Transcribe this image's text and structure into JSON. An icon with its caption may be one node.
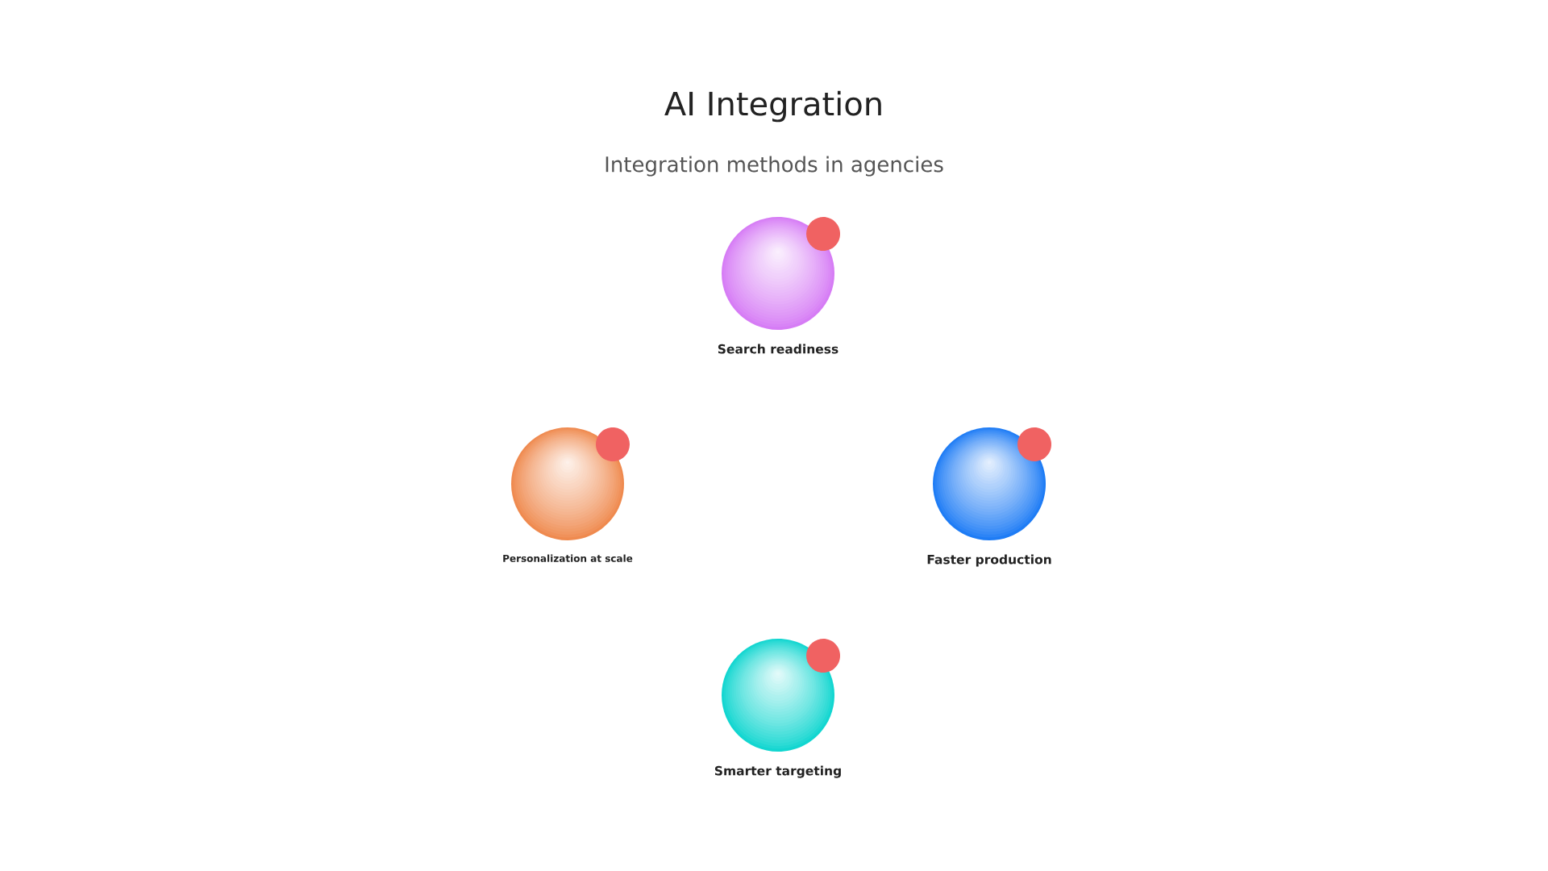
{
  "diagram": {
    "title": "AI Integration",
    "nodes": [
      {
        "text": [],
        "shape": "circle",
        "beside": [
          "Search readiness"
        ]
      },
      {
        "text": [],
        "shape": "circle",
        "beside": [
          "Personalization at scale"
        ]
      },
      {
        "text": [],
        "shape": "circle",
        "beside": [
          "Faster production"
        ]
      },
      {
        "text": [],
        "shape": "circle",
        "beside": [
          "Smarter targeting"
        ]
      }
    ],
    "labels": [
      "Integration methods in agencies"
    ]
  }
}
